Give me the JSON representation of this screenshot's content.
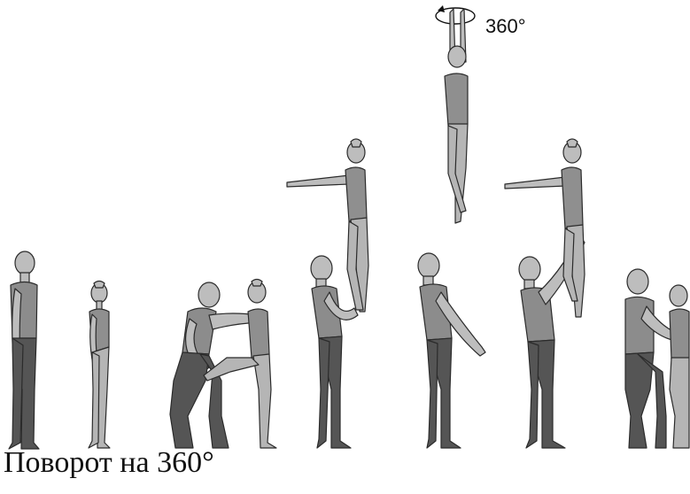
{
  "caption": "Поворот на 360°",
  "rotation_label": "360°",
  "figures": [
    {
      "id": "stage-1",
      "description": "partner and flyer standing side by side"
    },
    {
      "id": "stage-2",
      "description": "partner squats, flyer steps onto thigh"
    },
    {
      "id": "stage-3",
      "description": "flyer stands on partner's hands, arms forward"
    },
    {
      "id": "stage-4",
      "description": "flyer in air, turn 360 degrees, arms overhead"
    },
    {
      "id": "stage-5",
      "description": "partner catches flyer at hips, flyer arms forward"
    },
    {
      "id": "stage-6",
      "description": "flyer lowered to floor beside partner"
    }
  ],
  "colors": {
    "partner_top": "#8c8c8c",
    "partner_tights": "#555555",
    "skin": "#bdbdbd",
    "flyer_leotard": "#8f8f8f",
    "flyer_legs": "#b5b5b5",
    "outline": "#2b2b2b"
  }
}
